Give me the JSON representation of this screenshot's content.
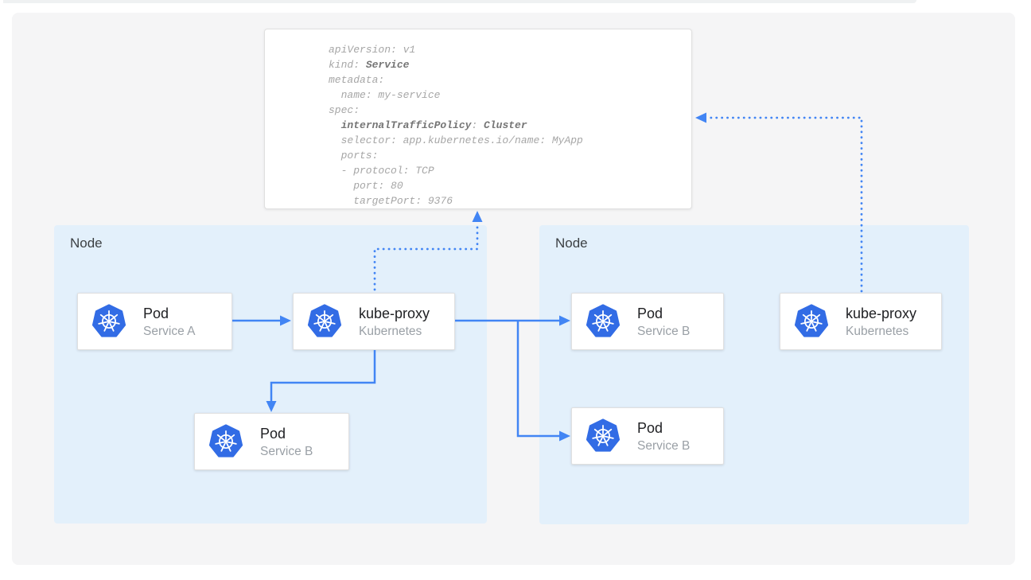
{
  "code_panel": {
    "lines": [
      [
        {
          "t": "apiVersion: v1"
        }
      ],
      [
        {
          "t": "kind: "
        },
        {
          "t": "Service",
          "b": true
        }
      ],
      [
        {
          "t": "metadata:"
        }
      ],
      [
        {
          "t": "  name: my-service"
        }
      ],
      [
        {
          "t": "spec:"
        }
      ],
      [
        {
          "t": "  "
        },
        {
          "t": "internalTrafficPolicy",
          "b": true
        },
        {
          "t": ": "
        },
        {
          "t": "Cluster",
          "b": true
        }
      ],
      [
        {
          "t": "  selector: app.kubernetes.io/name: MyApp"
        }
      ],
      [
        {
          "t": "  ports:"
        }
      ],
      [
        {
          "t": "  - protocol: TCP"
        }
      ],
      [
        {
          "t": "    port: 80"
        }
      ],
      [
        {
          "t": "    targetPort: 9376"
        }
      ]
    ]
  },
  "nodes": [
    {
      "label": "Node"
    },
    {
      "label": "Node"
    }
  ],
  "cards": [
    {
      "title": "Pod",
      "subtitle": "Service A",
      "icon": "kubernetes-icon"
    },
    {
      "title": "kube-proxy",
      "subtitle": "Kubernetes",
      "icon": "kubernetes-icon"
    },
    {
      "title": "Pod",
      "subtitle": "Service B",
      "icon": "kubernetes-icon"
    },
    {
      "title": "Pod",
      "subtitle": "Service B",
      "icon": "kubernetes-icon"
    },
    {
      "title": "Pod",
      "subtitle": "Service B",
      "icon": "kubernetes-icon"
    },
    {
      "title": "kube-proxy",
      "subtitle": "Kubernetes",
      "icon": "kubernetes-icon"
    }
  ],
  "colors": {
    "arrow_blue": "#4285f4",
    "k8s_blue": "#326ce5",
    "node_fill": "#e3f0fb",
    "panel_fill": "#f5f5f6",
    "card_border": "#e0e0e0",
    "code_regular": "#a6a6a6",
    "code_bold": "#757575",
    "node_label": "#3c4043",
    "card_title": "#202124",
    "card_subtitle": "#9aa0a6",
    "top_strip": "#eff1f2"
  }
}
